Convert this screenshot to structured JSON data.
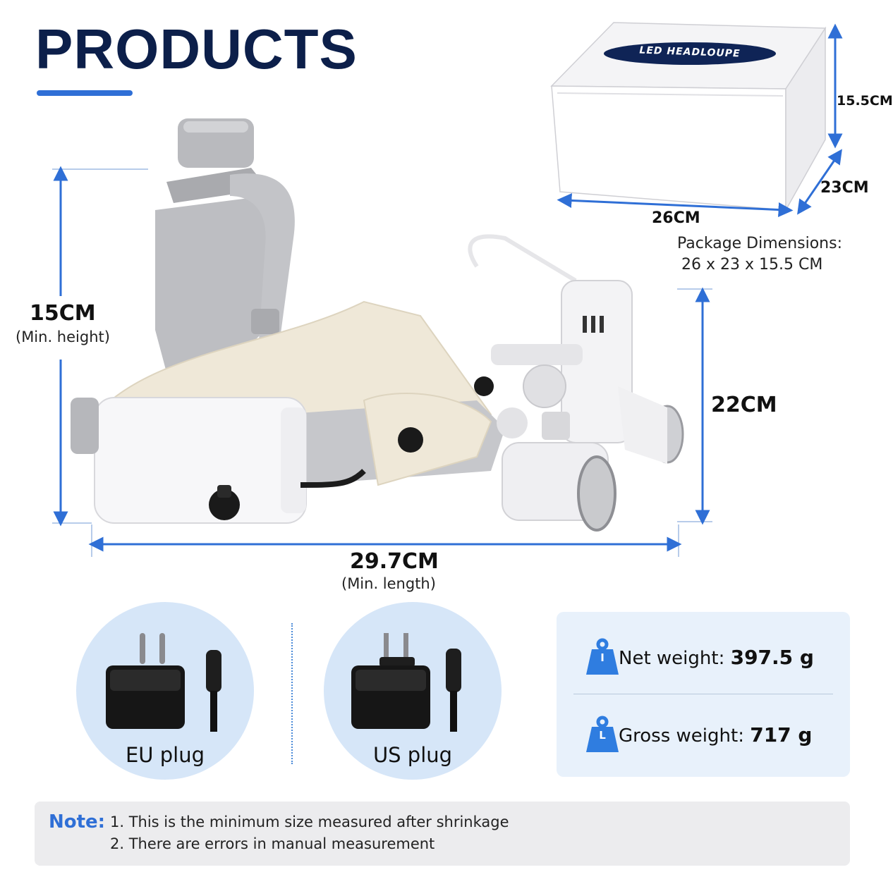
{
  "title": "PRODUCTS",
  "box": {
    "label": "LED HEADLOUPE",
    "height": "15.5CM",
    "depth": "23CM",
    "width": "26CM",
    "caption_title": "Package Dimensions:",
    "caption_value": "26 x 23 x 15.5 CM"
  },
  "product": {
    "height": "15CM",
    "height_note": "(Min. height)",
    "side_height": "22CM",
    "length": "29.7CM",
    "length_note": "(Min. length)"
  },
  "plugs": [
    {
      "label": "EU plug"
    },
    {
      "label": "US plug"
    }
  ],
  "weights": [
    {
      "icon_letter": "I",
      "label": "Net weight:",
      "value": "397.5 g"
    },
    {
      "icon_letter": "L",
      "label": "Gross weight:",
      "value": "717 g"
    }
  ],
  "note": {
    "label": "Note:",
    "lines": [
      "1. This is the minimum size measured after shrinkage",
      "2. There are errors in manual measurement"
    ]
  },
  "colors": {
    "title": "#0c1f4a",
    "accent": "#2f6fd6",
    "plug_bg": "#d6e6f8",
    "panel_bg": "#e8f1fb",
    "note_bg": "#ececee"
  }
}
